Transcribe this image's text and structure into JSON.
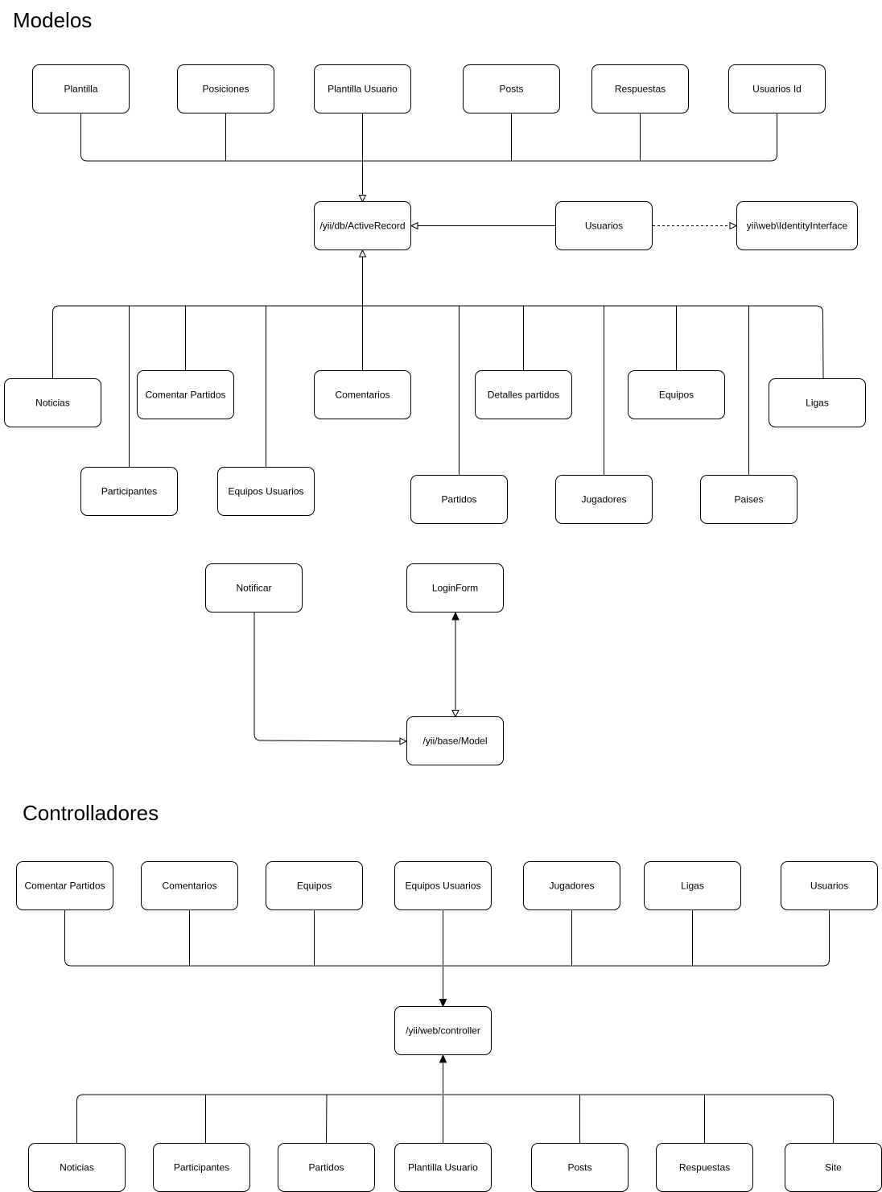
{
  "sections": {
    "modelos_title": "Modelos",
    "controlladores_title": "Controlladores"
  },
  "nodes": {
    "m_plantilla": "Plantilla",
    "m_posiciones": "Posiciones",
    "m_plantilla_usuario": "Plantilla Usuario",
    "m_posts": "Posts",
    "m_respuestas": "Respuestas",
    "m_usuarios_id": "Usuarios Id",
    "m_active_record": "/yii/db/ActiveRecord",
    "m_usuarios": "Usuarios",
    "m_identity": "yii\\web\\IdentityInterface",
    "m_noticias": "Noticias",
    "m_comentar_partidos": "Comentar Partidos",
    "m_comentarios": "Comentarios",
    "m_detalles_partidos": "Detalles partidos",
    "m_equipos": "Equipos",
    "m_ligas": "Ligas",
    "m_participantes": "Participantes",
    "m_equipos_usuarios": "Equipos Usuarios",
    "m_partidos": "Partidos",
    "m_jugadores": "Jugadores",
    "m_paises": "Paises",
    "m_notificar": "Notificar",
    "m_loginform": "LoginForm",
    "m_base_model": "/yii/base/Model",
    "c_comentar_partidos": "Comentar Partidos",
    "c_comentarios": "Comentarios",
    "c_equipos": "Equipos",
    "c_equipos_usuarios": "Equipos Usuarios",
    "c_jugadores": "Jugadores",
    "c_ligas": "Ligas",
    "c_usuarios": "Usuarios",
    "c_controller": "/yii/web/controller",
    "c_noticias": "Noticias",
    "c_participantes": "Participantes",
    "c_partidos": "Partidos",
    "c_plantilla_usuario": "Plantilla Usuario",
    "c_posts": "Posts",
    "c_respuestas": "Respuestas",
    "c_site": "Site"
  }
}
